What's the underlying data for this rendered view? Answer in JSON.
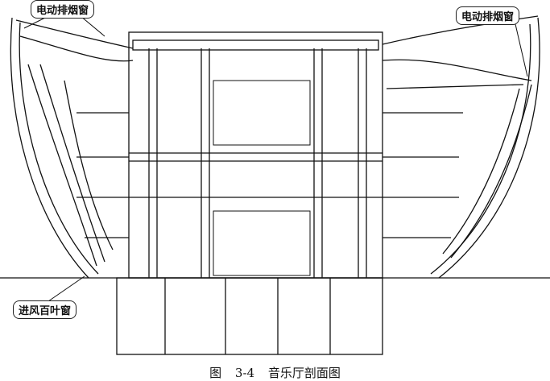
{
  "labels": {
    "top_left": "电动排烟窗",
    "top_right": "电动排烟窗",
    "bottom_left": "进风百叶窗"
  },
  "caption": "图 3-4 音乐厅剖面图"
}
